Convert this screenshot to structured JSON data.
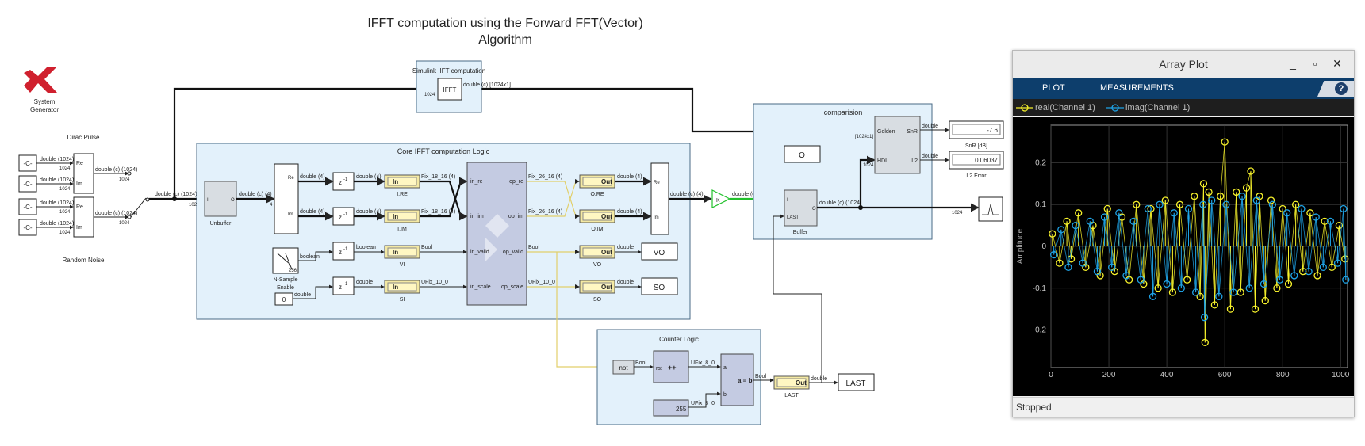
{
  "model": {
    "title_line1": "IFFT computation using the Forward FFT(Vector)",
    "title_line2": "Algorithm",
    "sysgen_label_1": "System",
    "sysgen_label_2": "Generator",
    "dirac_label": "Dirac Pulse",
    "noise_label": "Random Noise",
    "const_c": "-C-",
    "sig_d1024": "double (1024)",
    "sig_1024": "1024",
    "sig_dc1024": "double (c) (1024)",
    "re": "Re",
    "im": "Im",
    "unbuffer": "Unbuffer",
    "sig_dc4": "double (c) (4)",
    "sig_4": "4",
    "sig_d4": "double (4)",
    "sig_fix18": "Fix_18_16 (4)",
    "sig_fix26": "Fix_26_16 (4)",
    "delay": "z",
    "delay_sup": "-1",
    "gw_in": "In",
    "gw_out": "Out",
    "l_ire": "I.RE",
    "l_iim": "I.IM",
    "l_vi": "VI",
    "l_si": "SI",
    "l_ore": "O.RE",
    "l_oim": "O.IM",
    "l_vo": "VO",
    "l_so": "SO",
    "core_title": "Core IFFT computation Logic",
    "in_re": "in_re",
    "in_im": "in_im",
    "in_valid": "in_valid",
    "in_scale": "in_scale",
    "op_re": "op_re",
    "op_im": "op_im",
    "op_valid": "op_valid",
    "op_scale": "op_scale",
    "boolean": "boolean",
    "bool": "Bool",
    "double": "double",
    "ufix10": "UFix_10_0",
    "ufix8": "UFix_8_0",
    "nsample": "N-Sample",
    "enable": "Enable",
    "n256": "256",
    "zero": "0",
    "vo_term": "VO",
    "so_term": "SO",
    "simulink_title": "Simulink IIFT computation",
    "ifft": "IFFT",
    "sig_dc1024x1": "double (c) [1024x1]",
    "comparison_title": "comparision",
    "o_term": "O",
    "golden": "Golden",
    "hdl": "HDL",
    "snr": "SnR",
    "l2": "L2",
    "snr_val": "-7.6",
    "l2_val": "0.06037",
    "snr_label": "SnR [dB]",
    "l2_label": "L2 Error",
    "buffer": "Buffer",
    "port_i": "I",
    "port_o": "O",
    "port_last": "LAST",
    "sig_1024x1": "[1024x1]",
    "gain_k": "K",
    "counter_title": "Counter Logic",
    "not": "not",
    "rst": "rst",
    "inc": "++",
    "port_a": "a",
    "port_b": "b",
    "aeqb": "a = b",
    "c255": "255",
    "last_label": "LAST",
    "last_term": "LAST"
  },
  "plot_window": {
    "title": "Array Plot",
    "controls": {
      "minimize": "_",
      "maximize": "▫",
      "close": "✕"
    },
    "tabs": [
      "PLOT",
      "MEASUREMENTS"
    ],
    "help": "?",
    "legend": [
      {
        "label": "real(Channel 1)",
        "color": "#f7f22b"
      },
      {
        "label": "imag(Channel 1)",
        "color": "#1fa3e6"
      }
    ],
    "status": "Stopped"
  },
  "chart_data": {
    "type": "scatter",
    "title": "",
    "xlabel": "",
    "ylabel": "Amplitude",
    "xlim": [
      0,
      1024
    ],
    "ylim": [
      -0.29,
      0.29
    ],
    "xticks": [
      0,
      200,
      400,
      600,
      800,
      1000
    ],
    "yticks": [
      -0.2,
      -0.1,
      0,
      0.1,
      0.2
    ],
    "grid": true,
    "legend_position": "top-left",
    "series": [
      {
        "name": "real(Channel 1)",
        "color": "#f7f22b",
        "stem": true,
        "points": [
          [
            5,
            0.03
          ],
          [
            30,
            -0.04
          ],
          [
            55,
            0.06
          ],
          [
            70,
            -0.03
          ],
          [
            95,
            0.08
          ],
          [
            120,
            -0.05
          ],
          [
            145,
            0.05
          ],
          [
            170,
            -0.07
          ],
          [
            195,
            0.09
          ],
          [
            220,
            -0.06
          ],
          [
            245,
            0.07
          ],
          [
            270,
            -0.08
          ],
          [
            295,
            0.1
          ],
          [
            320,
            -0.09
          ],
          [
            345,
            0.09
          ],
          [
            370,
            -0.1
          ],
          [
            395,
            0.11
          ],
          [
            420,
            -0.11
          ],
          [
            445,
            0.1
          ],
          [
            470,
            -0.08
          ],
          [
            495,
            0.12
          ],
          [
            515,
            -0.12
          ],
          [
            527,
            0.15
          ],
          [
            532,
            -0.23
          ],
          [
            545,
            0.13
          ],
          [
            565,
            -0.14
          ],
          [
            585,
            0.12
          ],
          [
            600,
            0.25
          ],
          [
            620,
            -0.15
          ],
          [
            640,
            0.13
          ],
          [
            655,
            -0.11
          ],
          [
            675,
            0.14
          ],
          [
            690,
            0.18
          ],
          [
            705,
            -0.15
          ],
          [
            720,
            0.12
          ],
          [
            740,
            -0.13
          ],
          [
            760,
            0.11
          ],
          [
            780,
            -0.1
          ],
          [
            800,
            0.09
          ],
          [
            820,
            -0.09
          ],
          [
            845,
            0.1
          ],
          [
            870,
            -0.06
          ],
          [
            895,
            0.08
          ],
          [
            920,
            -0.07
          ],
          [
            945,
            0.06
          ],
          [
            970,
            -0.05
          ],
          [
            995,
            0.05
          ],
          [
            1015,
            -0.03
          ]
        ]
      },
      {
        "name": "imag(Channel 1)",
        "color": "#1fa3e6",
        "stem": true,
        "points": [
          [
            10,
            -0.02
          ],
          [
            35,
            0.04
          ],
          [
            60,
            -0.05
          ],
          [
            85,
            0.05
          ],
          [
            110,
            -0.04
          ],
          [
            135,
            0.06
          ],
          [
            160,
            -0.06
          ],
          [
            185,
            0.07
          ],
          [
            210,
            -0.05
          ],
          [
            235,
            0.08
          ],
          [
            260,
            -0.07
          ],
          [
            285,
            0.06
          ],
          [
            310,
            -0.08
          ],
          [
            335,
            0.09
          ],
          [
            352,
            -0.12
          ],
          [
            375,
            0.1
          ],
          [
            400,
            -0.09
          ],
          [
            425,
            0.08
          ],
          [
            450,
            -0.1
          ],
          [
            475,
            0.09
          ],
          [
            500,
            -0.11
          ],
          [
            525,
            0.1
          ],
          [
            530,
            -0.17
          ],
          [
            555,
            0.11
          ],
          [
            580,
            -0.12
          ],
          [
            605,
            0.1
          ],
          [
            630,
            -0.11
          ],
          [
            660,
            0.12
          ],
          [
            685,
            -0.1
          ],
          [
            710,
            0.11
          ],
          [
            735,
            -0.09
          ],
          [
            765,
            0.1
          ],
          [
            790,
            -0.08
          ],
          [
            815,
            0.08
          ],
          [
            840,
            -0.07
          ],
          [
            865,
            0.09
          ],
          [
            890,
            -0.06
          ],
          [
            915,
            0.07
          ],
          [
            940,
            -0.05
          ],
          [
            965,
            0.06
          ],
          [
            990,
            -0.04
          ],
          [
            1010,
            0.09
          ],
          [
            1018,
            -0.08
          ]
        ]
      }
    ]
  }
}
